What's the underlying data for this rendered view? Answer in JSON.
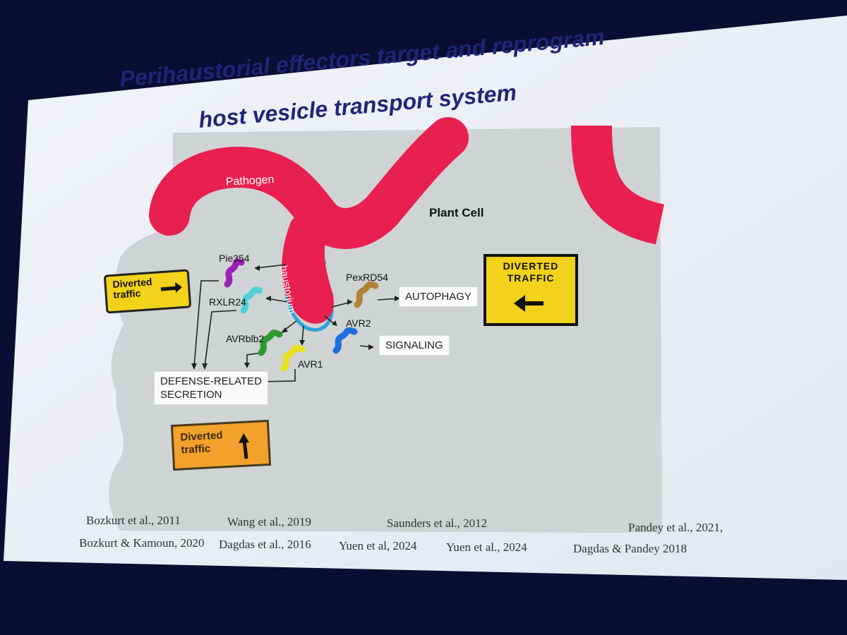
{
  "slide": {
    "title_line1": "Perihaustorial effectors target and reprogram",
    "title_line2": "host vesicle transport system"
  },
  "diagram": {
    "pathogen_label": "Pathogen",
    "haustorium_label": "haustorium",
    "plant_cell_label": "Plant Cell",
    "effectors": {
      "pie354": "Pie354",
      "rxlr24": "RXLR24",
      "avrblb2": "AVRblb2",
      "avr1": "AVR1",
      "pexrd54": "PexRD54",
      "avr2": "AVR2"
    },
    "outcomes": {
      "autophagy": "AUTOPHAGY",
      "signaling": "SIGNALING",
      "secretion_line1": "DEFENSE-RELATED",
      "secretion_line2": "SECRETION"
    },
    "signs": {
      "left_line1": "Diverted",
      "left_line2": "traffic",
      "right_line1": "DIVERTED",
      "right_line2": "TRAFFIC",
      "bottom_line1": "Diverted",
      "bottom_line2": "traffic"
    },
    "colors": {
      "pathogen": "#e8204f",
      "haustorium_ring": "#2aa3d8",
      "cell": "#cfd3d3",
      "pie354": "#9b1fb8",
      "rxlr24": "#4fd0d8",
      "avrblb2": "#2f9a2f",
      "avr1": "#e8e01c",
      "pexrd54": "#b08438",
      "avr2": "#1e6fe0",
      "sign_yellow": "#f2d21a",
      "sign_orange": "#f2a12a",
      "title": "#1f2578"
    }
  },
  "references": [
    "Bozkurt et al., 2011",
    "Bozkurt & Kamoun, 2020",
    "Wang et al., 2019",
    "Dagdas et al., 2016",
    "Saunders et al., 2012",
    "Yuen et al, 2024",
    "Yuen et al., 2024",
    "Pandey et al., 2021,",
    "Dagdas & Pandey 2018"
  ]
}
